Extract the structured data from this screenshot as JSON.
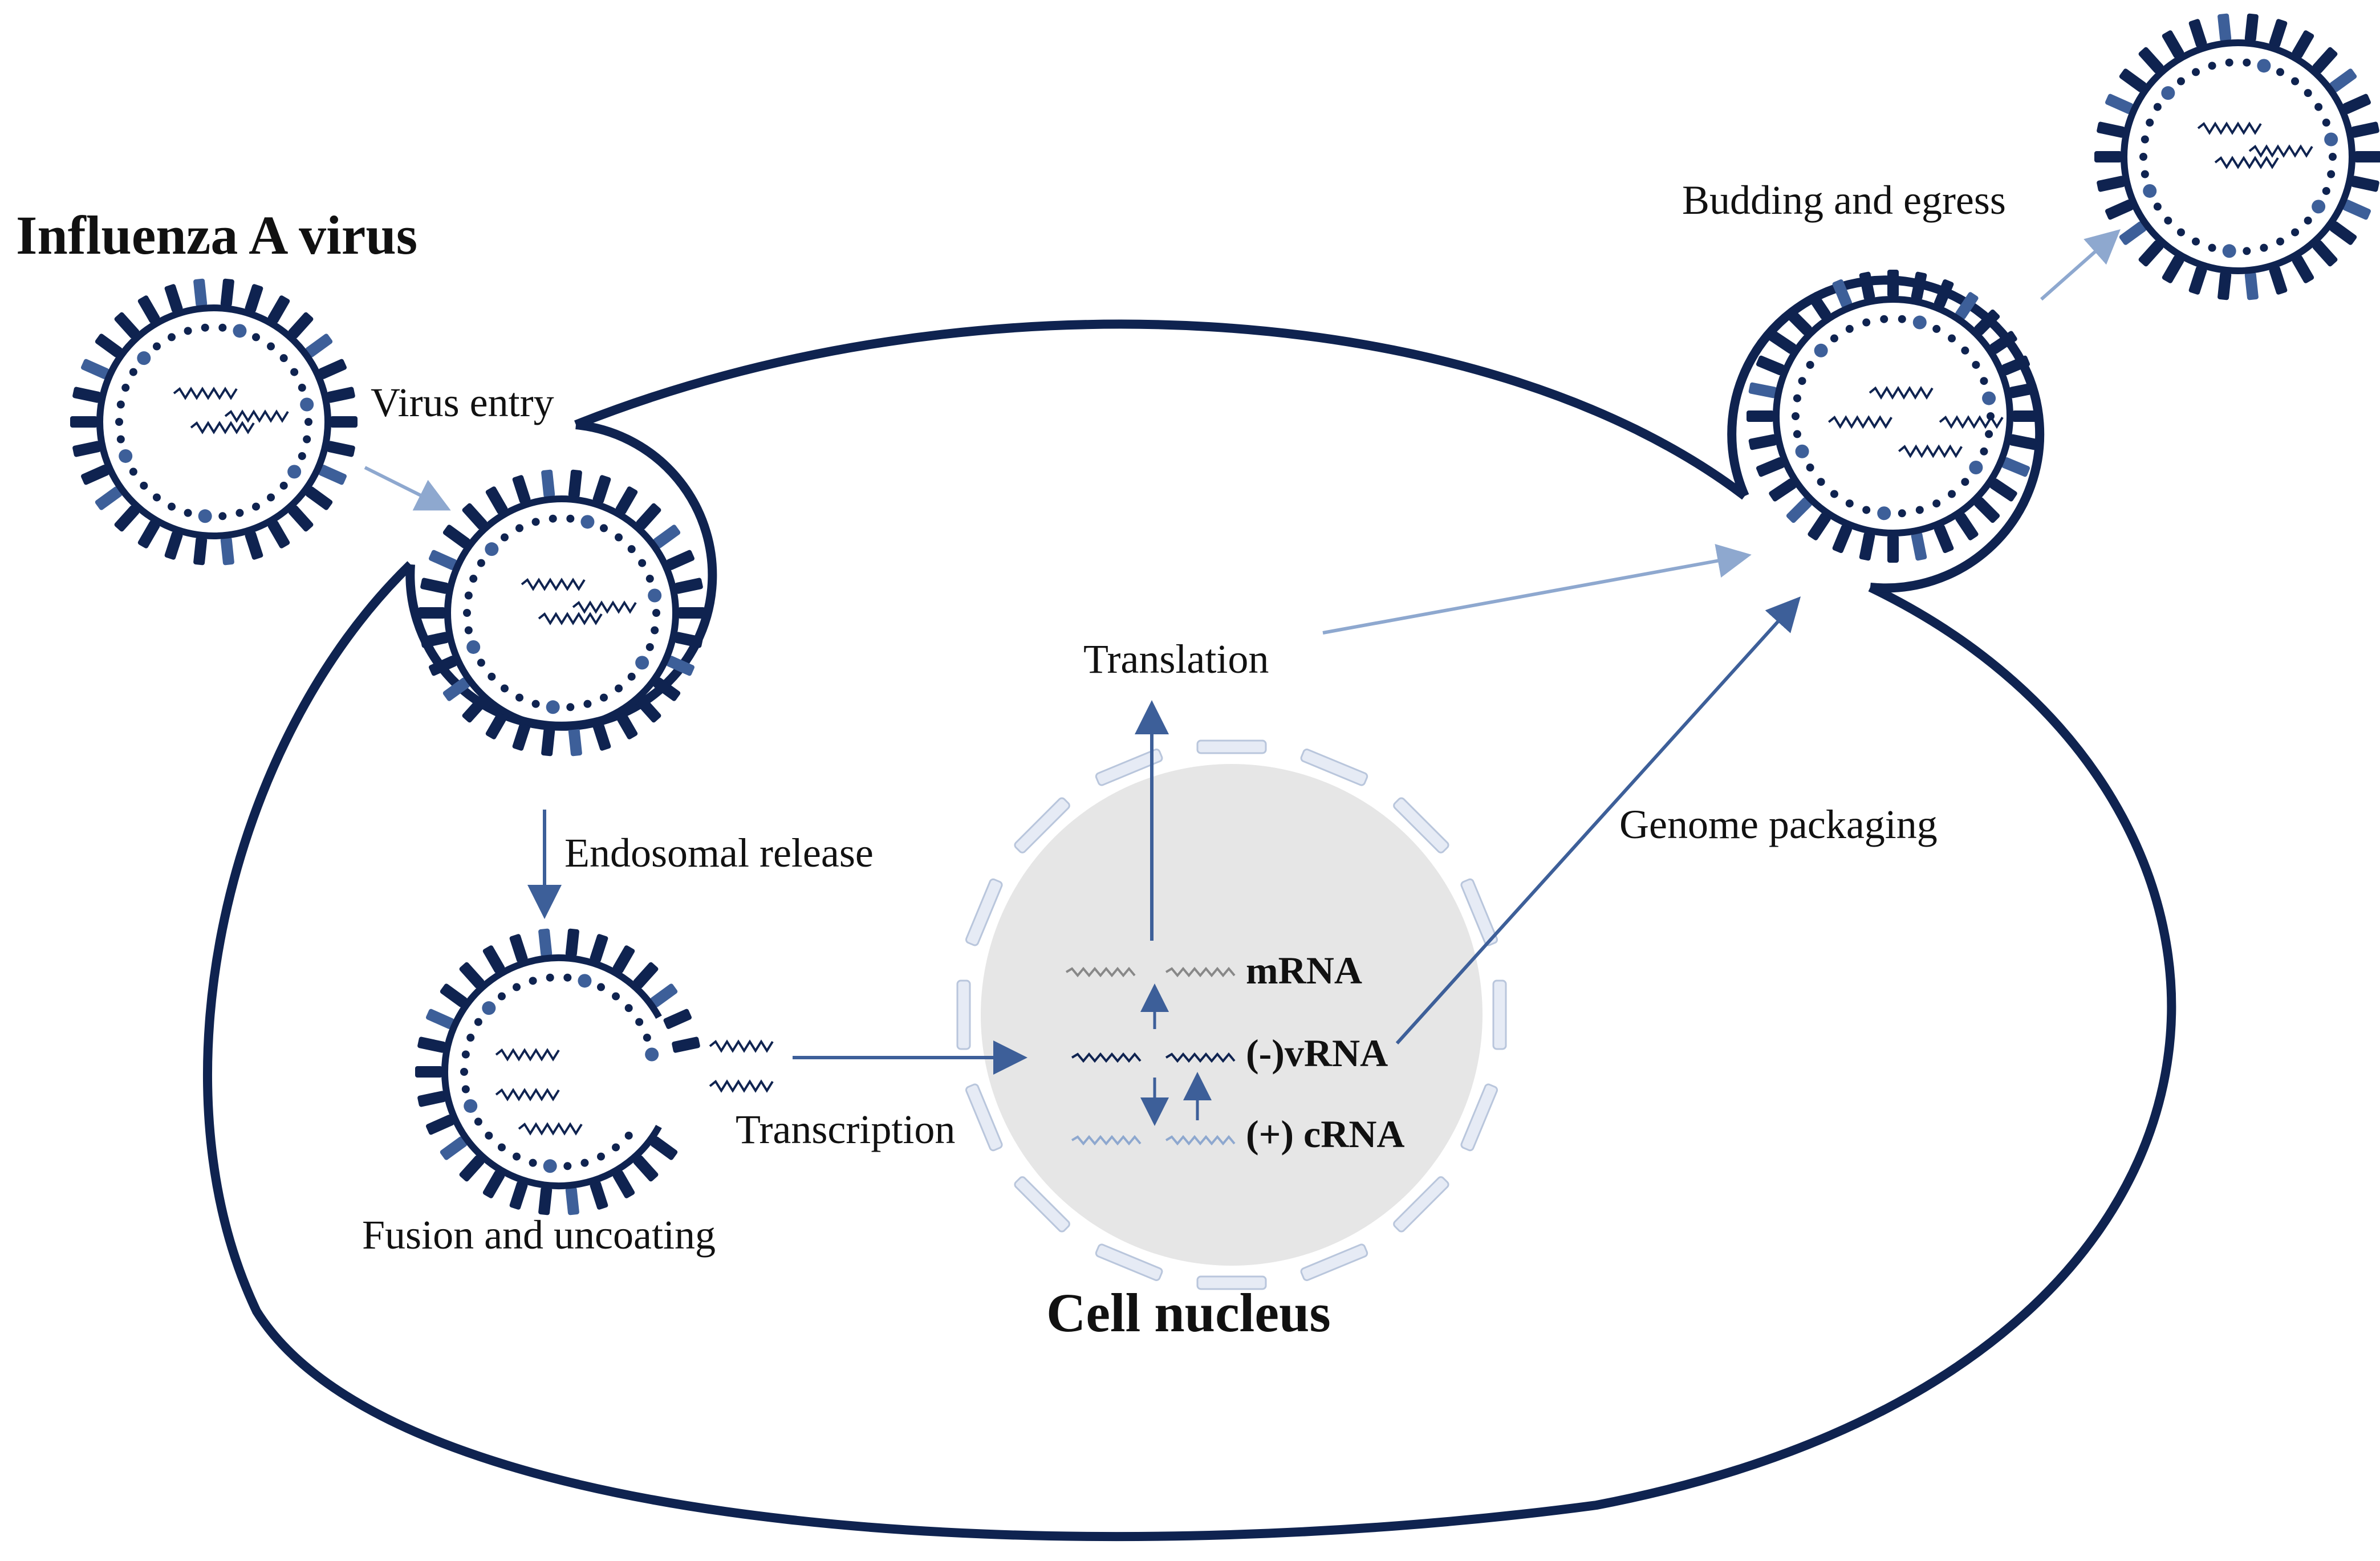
{
  "title": "Influenza A virus",
  "nucleus_label": "Cell nucleus",
  "steps": {
    "virus_entry": "Virus entry",
    "endosomal_release": "Endosomal release",
    "fusion_uncoating": "Fusion and uncoating",
    "transcription": "Transcription",
    "translation": "Translation",
    "genome_packaging": "Genome packaging",
    "budding_egress": "Budding and egress"
  },
  "rna": {
    "mrna": "mRNA",
    "vrna": "(-)vRNA",
    "crna": "(+) cRNA"
  },
  "colors": {
    "navy": "#0f2350",
    "accent": "#3d5f99",
    "arrow_light": "#8ea8cf",
    "nucleus_fill": "#e6e6e6",
    "pore_fill": "#e6ebf5",
    "pore_stroke": "#b9c6dc"
  }
}
